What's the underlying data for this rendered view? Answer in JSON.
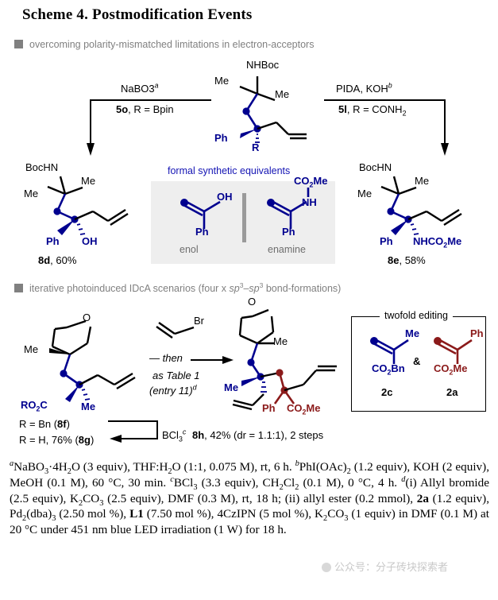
{
  "scheme": {
    "title": "Scheme 4. Postmodification Events"
  },
  "sections": [
    {
      "id": "sec1",
      "label": "overcoming polarity-mismatched limitations in electron-acceptors"
    },
    {
      "id": "sec2",
      "label": "iterative photoinduced IDcA scenarios (four x sp3–sp3 bond-formations)"
    }
  ],
  "top_scheme": {
    "substrate": {
      "labels": {
        "nhboc": "NHBoc",
        "me_left": "Me",
        "me_right": "Me",
        "ph": "Ph",
        "r": "R"
      }
    },
    "left_arm": {
      "reagent": "NaBO3",
      "reagent_sup": "a",
      "substrate_tag": "5o",
      "substrate_def": ", R = Bpin"
    },
    "right_arm": {
      "reagent": "PIDA, KOH",
      "reagent_sup": "b",
      "substrate_tag": "5l",
      "substrate_def": ", R = CONH2"
    },
    "product_left": {
      "labels": {
        "bochn": "BocHN",
        "me_top": "Me",
        "me_left": "Me",
        "ph": "Ph",
        "oh": "OH"
      },
      "caption_tag": "8d",
      "caption_rest": ", 60%"
    },
    "product_right": {
      "labels": {
        "bochn": "BocHN",
        "me_top": "Me",
        "me_left": "Me",
        "ph": "Ph",
        "nhco2me": "NHCO2Me"
      },
      "caption_tag": "8e",
      "caption_rest": ", 58%"
    },
    "equivalents": {
      "title": "formal synthetic equivalents",
      "enol": {
        "labels": {
          "oh": "OH",
          "ph": "Ph"
        },
        "caption": "enol"
      },
      "enamine": {
        "labels": {
          "co2me": "CO2Me",
          "nh": "NH",
          "ph": "Ph"
        },
        "caption": "enamine"
      }
    }
  },
  "bottom_scheme": {
    "substrate": {
      "labels": {
        "o": "O",
        "me": "Me",
        "ro2c": "RO2C",
        "me2": "Me"
      }
    },
    "substrate_notes": {
      "line1_prefix": "R = Bn (",
      "line1_tag": "8f",
      "line1_suffix": ")",
      "line2_prefix": "R = H, 76% (",
      "line2_tag": "8g",
      "line2_suffix": ")",
      "reagent": "BCl3",
      "reagent_sup": "c"
    },
    "conditions": {
      "reagent_label": "Br",
      "then": "— then",
      "line2": "as Table 1",
      "line3_prefix": "(entry 11)",
      "line3_sup": "d"
    },
    "product": {
      "labels": {
        "o": "O",
        "me_top": "Me",
        "me_left": "Me",
        "ph": "Ph",
        "co2me": "CO2Me"
      },
      "caption_tag": "8h",
      "caption_rest": ", 42% (dr = 1.1:1), 2 steps"
    },
    "twofold": {
      "title": "twofold editing",
      "amp": "&",
      "left": {
        "labels": {
          "me": "Me",
          "co2bn": "CO2Bn"
        },
        "tag": "2c"
      },
      "right": {
        "labels": {
          "ph": "Ph",
          "co2me": "CO2Me"
        },
        "tag": "2a"
      }
    }
  },
  "footnotes": {
    "a_sup": "a",
    "a_text": "NaBO3·4H2O (3 equiv), THF:H2O (1:1, 0.075 M), rt, 6 h. ",
    "b_sup": "b",
    "b_text": "PhI(OAc)2 (1.2 equiv), KOH (2 equiv), MeOH (0.1 M), 60 °C, 30 min. ",
    "c_sup": "c",
    "c_text": "BCl3 (3.3 equiv), CH2Cl2 (0.1 M), 0 °C, 4 h. ",
    "d_sup": "d",
    "d_text": "(i) Allyl bromide (2.5 equiv), K2CO3 (2.5 equiv), DMF (0.3 M), rt, 18 h; (ii) allyl ester (0.2 mmol), 2a (1.2 equiv), Pd2(dba)3 (2.50 mol %), L1 (7.50 mol %), 4CzIPN (5 mol %), K2CO3 (1 equiv) in DMF (0.1 M) at 20 °C under 451 nm blue LED irradiation (1 W) for 18 h."
  },
  "watermark": {
    "text": "公众号：分子砖块探索者"
  },
  "colors": {
    "blue": "#00008f",
    "red": "#8b1a1a",
    "grey": "#808080",
    "box_fill": "#eeeeee"
  }
}
